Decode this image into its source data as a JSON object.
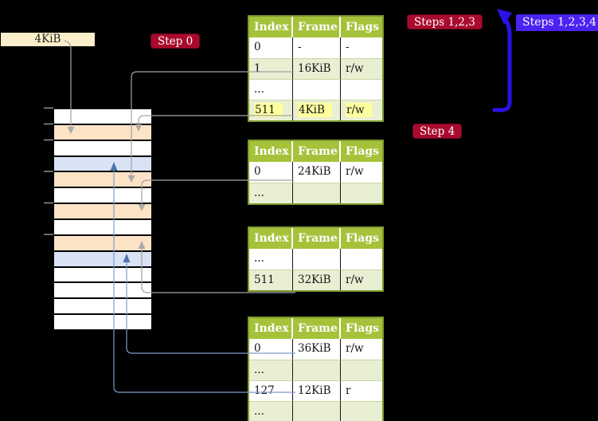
{
  "labels": {
    "page_size": "4KiB",
    "step0": "Step 0",
    "steps123": "Steps 1,2,3",
    "steps1234": "Steps 1,2,3,4",
    "step4": "Step 4"
  },
  "colors": {
    "background": "#000000",
    "table_header_bg": "#a5c23a",
    "table_border": "#7d9a2e",
    "table_row_alt_bg": "#e9efd3",
    "highlight_yellow": "#ffffa0",
    "badge_red": "#a80b2d",
    "badge_blue": "#4b22f0",
    "page_size_label_bg": "#fbeecb",
    "gray_connector": "#a2a2a2",
    "blue_connector": "#7e9cc9",
    "big_arrow_blue": "#2a12e6",
    "memory_fills": {
      "white": "#ffffff",
      "peach": "#fde3c6",
      "blue": "#d9e3f5"
    }
  },
  "memory": {
    "rows": [
      {
        "fill": "white"
      },
      {
        "fill": "peach"
      },
      {
        "fill": "white"
      },
      {
        "fill": "blue"
      },
      {
        "fill": "peach"
      },
      {
        "fill": "white"
      },
      {
        "fill": "peach"
      },
      {
        "fill": "white"
      },
      {
        "fill": "peach"
      },
      {
        "fill": "blue"
      },
      {
        "fill": "white"
      },
      {
        "fill": "white"
      },
      {
        "fill": "white"
      },
      {
        "fill": "white"
      }
    ],
    "tick_ys": [
      135.5,
      155.5,
      175.5,
      215,
      254.5,
      294
    ]
  },
  "tables": [
    {
      "headers": [
        "Index",
        "Frame",
        "Flags"
      ],
      "rows": [
        {
          "cells": [
            "0",
            "-",
            "-"
          ],
          "highlight": false
        },
        {
          "cells": [
            "1",
            "16KiB",
            "r/w"
          ],
          "highlight": false
        },
        {
          "cells": [
            "...",
            "",
            ""
          ],
          "highlight": false
        },
        {
          "cells": [
            "511",
            "4KiB",
            "r/w"
          ],
          "highlight": true
        }
      ]
    },
    {
      "headers": [
        "Index",
        "Frame",
        "Flags"
      ],
      "rows": [
        {
          "cells": [
            "0",
            "24KiB",
            "r/w"
          ],
          "highlight": false
        },
        {
          "cells": [
            "...",
            "",
            ""
          ],
          "highlight": false
        }
      ]
    },
    {
      "headers": [
        "Index",
        "Frame",
        "Flags"
      ],
      "rows": [
        {
          "cells": [
            "...",
            "",
            ""
          ],
          "highlight": false
        },
        {
          "cells": [
            "511",
            "32KiB",
            "r/w"
          ],
          "highlight": false
        }
      ]
    },
    {
      "headers": [
        "Index",
        "Frame",
        "Flags"
      ],
      "rows": [
        {
          "cells": [
            "0",
            "36KiB",
            "r/w"
          ],
          "highlight": false
        },
        {
          "cells": [
            "...",
            "",
            ""
          ],
          "highlight": false
        },
        {
          "cells": [
            "127",
            "12KiB",
            "r"
          ],
          "highlight": false
        },
        {
          "cells": [
            "...",
            "",
            ""
          ],
          "highlight": false
        }
      ]
    }
  ]
}
